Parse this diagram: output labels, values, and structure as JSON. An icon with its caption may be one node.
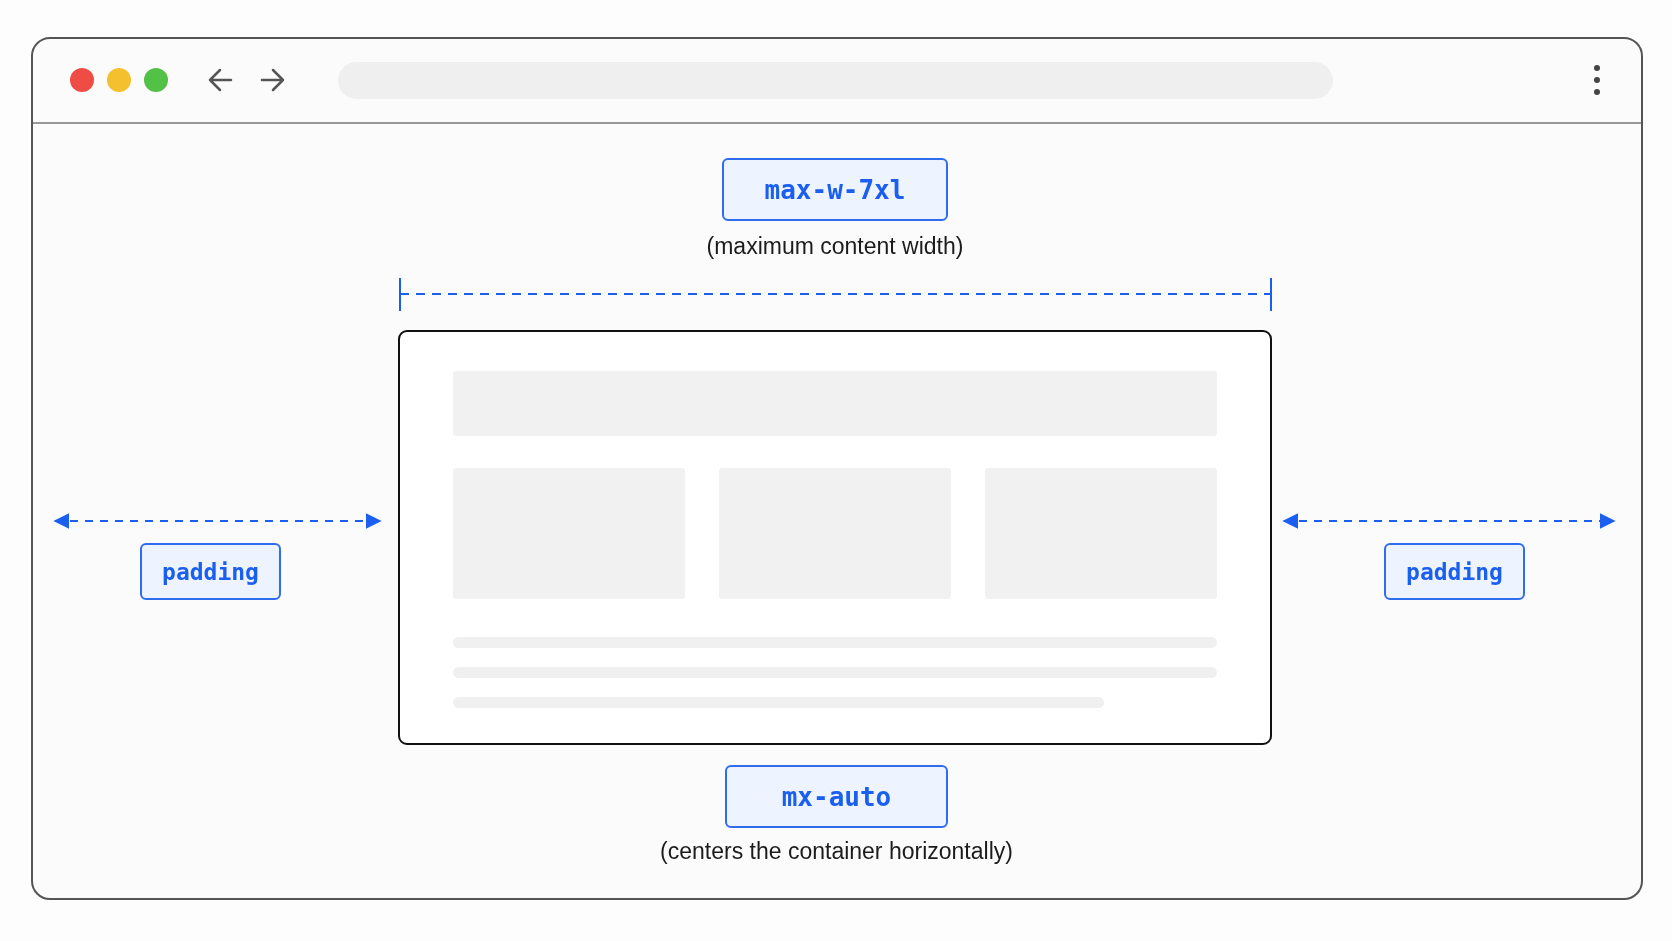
{
  "diagram": {
    "nodes": [
      {
        "text": [
          "max-w-7xl"
        ],
        "beside": [
          "(maximum content width)"
        ]
      },
      {
        "text": [
          "padding"
        ]
      },
      {
        "text": [
          "padding"
        ]
      },
      {
        "text": [
          "mx-auto"
        ],
        "beside": [
          "(centers the container horizontally)"
        ]
      }
    ]
  }
}
